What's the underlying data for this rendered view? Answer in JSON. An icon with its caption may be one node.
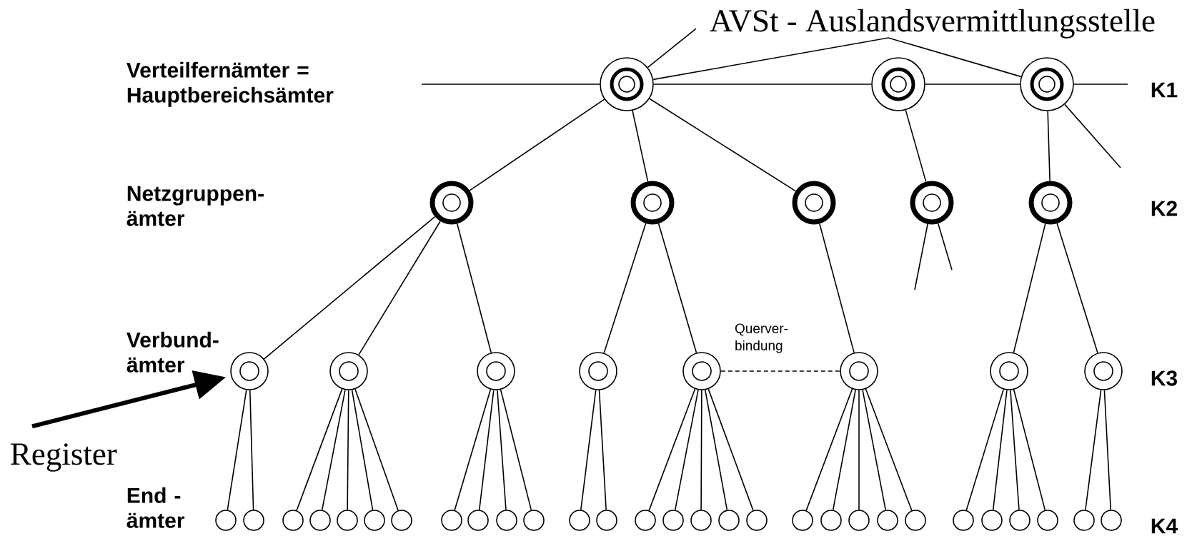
{
  "diagram": {
    "nodes": [
      {
        "text": [
          "AVSt - Auslandsvermittlungsstelle"
        ]
      },
      {
        "text": [],
        "shape": "circle"
      },
      {
        "text": [],
        "shape": "circle"
      },
      {
        "text": [],
        "shape": "circle"
      },
      {
        "text": [],
        "shape": "circle"
      },
      {
        "text": [],
        "shape": "circle"
      },
      {
        "text": [],
        "shape": "circle"
      },
      {
        "text": [],
        "shape": "circle"
      },
      {
        "text": [],
        "shape": "circle"
      },
      {
        "text": [],
        "shape": "circle"
      },
      {
        "text": [],
        "shape": "circle"
      },
      {
        "text": [],
        "shape": "circle"
      },
      {
        "text": [],
        "shape": "circle"
      },
      {
        "text": [],
        "shape": "circle"
      },
      {
        "text": [],
        "shape": "circle"
      },
      {
        "text": [],
        "shape": "circle"
      },
      {
        "text": [],
        "shape": "circle"
      },
      {
        "text": [
          "Register"
        ]
      },
      {
        "text": [],
        "shape": "circle"
      },
      {
        "text": [],
        "shape": "circle"
      },
      {
        "text": [],
        "shape": "circle"
      },
      {
        "text": [],
        "shape": "circle"
      },
      {
        "text": [],
        "shape": "circle"
      },
      {
        "text": [],
        "shape": "circle"
      },
      {
        "text": [],
        "shape": "circle"
      },
      {
        "text": [],
        "shape": "circle"
      },
      {
        "text": [],
        "shape": "circle"
      },
      {
        "text": [],
        "shape": "circle"
      },
      {
        "text": [],
        "shape": "circle"
      },
      {
        "text": [],
        "shape": "circle"
      },
      {
        "text": [],
        "shape": "circle"
      },
      {
        "text": [],
        "shape": "circle"
      },
      {
        "text": [],
        "shape": "circle"
      },
      {
        "text": [],
        "shape": "circle"
      },
      {
        "text": [],
        "shape": "circle"
      },
      {
        "text": [],
        "shape": "circle"
      },
      {
        "text": [],
        "shape": "circle"
      },
      {
        "text": [],
        "shape": "circle"
      },
      {
        "text": [],
        "shape": "circle"
      },
      {
        "text": [],
        "shape": "circle"
      },
      {
        "text": [],
        "shape": "circle"
      },
      {
        "text": [],
        "shape": "circle"
      },
      {
        "text": [],
        "shape": "circle"
      },
      {
        "text": [],
        "shape": "circle"
      },
      {
        "text": [],
        "shape": "circle"
      },
      {
        "text": [],
        "shape": "circle"
      },
      {
        "text": [],
        "shape": "circle"
      }
    ],
    "edges": [
      {
        "from": 0,
        "to": 1,
        "arrow": "none"
      },
      {
        "from": null,
        "to": 1,
        "arrow": "none"
      },
      {
        "from": 1,
        "to": 2,
        "arrow": "none"
      },
      {
        "from": 2,
        "to": 3,
        "arrow": "none"
      },
      {
        "from": 3,
        "to": null,
        "arrow": "none"
      },
      {
        "from": 1,
        "to": 3,
        "arrow": "none"
      },
      {
        "from": 3,
        "to": null,
        "arrow": "none"
      },
      {
        "from": 1,
        "to": 4,
        "arrow": "none"
      },
      {
        "from": 1,
        "to": 5,
        "arrow": "none"
      },
      {
        "from": 1,
        "to": 6,
        "arrow": "none"
      },
      {
        "from": 2,
        "to": 7,
        "arrow": "none"
      },
      {
        "from": 3,
        "to": 8,
        "arrow": "none"
      },
      {
        "from": 7,
        "to": null,
        "arrow": "none"
      },
      {
        "from": 7,
        "to": null,
        "arrow": "none"
      },
      {
        "from": 4,
        "to": 9,
        "arrow": "none"
      },
      {
        "from": 4,
        "to": 10,
        "arrow": "none"
      },
      {
        "from": 4,
        "to": 11,
        "arrow": "none"
      },
      {
        "from": 5,
        "to": 12,
        "arrow": "none"
      },
      {
        "from": 5,
        "to": 13,
        "arrow": "none"
      },
      {
        "from": 6,
        "to": 14,
        "arrow": "none"
      },
      {
        "from": 8,
        "to": 15,
        "arrow": "none"
      },
      {
        "from": 8,
        "to": 16,
        "arrow": "none"
      },
      {
        "from": 13,
        "to": 14,
        "arrow": "none",
        "style": "dashed",
        "label": "Querver- bindung"
      },
      {
        "from": 17,
        "to": 9,
        "arrow": "to",
        "style": "thick"
      },
      {
        "from": 9,
        "to": 18,
        "arrow": "none"
      },
      {
        "from": 9,
        "to": 19,
        "arrow": "none"
      },
      {
        "from": 10,
        "to": 20,
        "arrow": "none"
      },
      {
        "from": 10,
        "to": 21,
        "arrow": "none"
      },
      {
        "from": 10,
        "to": 22,
        "arrow": "none"
      },
      {
        "from": 10,
        "to": 23,
        "arrow": "none"
      },
      {
        "from": 10,
        "to": 24,
        "arrow": "none"
      },
      {
        "from": 11,
        "to": 25,
        "arrow": "none"
      },
      {
        "from": 11,
        "to": 26,
        "arrow": "none"
      },
      {
        "from": 11,
        "to": 27,
        "arrow": "none"
      },
      {
        "from": 11,
        "to": 28,
        "arrow": "none"
      },
      {
        "from": 12,
        "to": 29,
        "arrow": "none"
      },
      {
        "from": 12,
        "to": 30,
        "arrow": "none"
      },
      {
        "from": 13,
        "to": 31,
        "arrow": "none"
      },
      {
        "from": 13,
        "to": 32,
        "arrow": "none"
      },
      {
        "from": 13,
        "to": 33,
        "arrow": "none"
      },
      {
        "from": 13,
        "to": 34,
        "arrow": "none"
      },
      {
        "from": 13,
        "to": 35,
        "arrow": "none"
      },
      {
        "from": 14,
        "to": 36,
        "arrow": "none"
      },
      {
        "from": 14,
        "to": 37,
        "arrow": "none"
      },
      {
        "from": 14,
        "to": 38,
        "arrow": "none"
      },
      {
        "from": 14,
        "to": 39,
        "arrow": "none"
      },
      {
        "from": 14,
        "to": 40,
        "arrow": "none"
      },
      {
        "from": 15,
        "to": 41,
        "arrow": "none"
      },
      {
        "from": 15,
        "to": 42,
        "arrow": "none"
      },
      {
        "from": 15,
        "to": 43,
        "arrow": "none"
      },
      {
        "from": 15,
        "to": 44,
        "arrow": "none"
      },
      {
        "from": 16,
        "to": 45,
        "arrow": "none"
      },
      {
        "from": 16,
        "to": 46,
        "arrow": "none"
      }
    ],
    "labels": [
      "Verteilfernämter = Hauptbereichsämter",
      "K1",
      "Netzgruppen- ämter",
      "K2",
      "Verbund- ämter",
      "K3",
      "End - ämter",
      "K4"
    ]
  }
}
